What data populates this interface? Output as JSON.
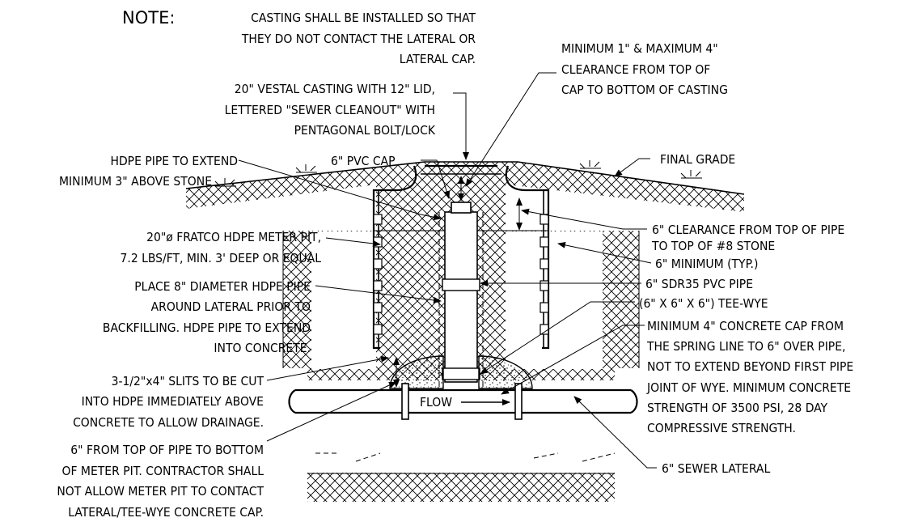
{
  "note": {
    "heading": "NOTE:",
    "lines": [
      "CASTING SHALL BE INSTALLED SO THAT",
      "THEY DO NOT CONTACT THE LATERAL OR",
      "LATERAL CAP."
    ]
  },
  "callouts": {
    "casting": [
      "20\" VESTAL CASTING WITH 12\" LID,",
      "LETTERED \"SEWER CLEANOUT\" WITH",
      "PENTAGONAL BOLT/LOCK"
    ],
    "clearance_cap": [
      "MINIMUM 1\" & MAXIMUM 4\"",
      "CLEARANCE FROM TOP OF",
      "CAP TO BOTTOM OF CASTING"
    ],
    "hdpe_extend": [
      "HDPE PIPE TO EXTEND",
      "MINIMUM 3\" ABOVE STONE"
    ],
    "pvc_cap": [
      "6\" PVC CAP"
    ],
    "final_grade": [
      "FINAL GRADE"
    ],
    "meter_pit": [
      "20\"ø FRATCO HDPE METER PIT,",
      "7.2 LBS/FT, MIN. 3' DEEP OR EQUAL"
    ],
    "clearance_stone": [
      "6\" CLEARANCE FROM TOP OF PIPE",
      "TO TOP OF #8 STONE"
    ],
    "minimum_typ": [
      "6\" MINIMUM (TYP.)"
    ],
    "place_hdpe": [
      "PLACE 8\" DIAMETER HDPE PIPE",
      "AROUND LATERAL PRIOR TO",
      "BACKFILLING. HDPE PIPE TO EXTEND",
      "INTO CONCRETE."
    ],
    "sdr35": [
      "6\" SDR35 PVC PIPE"
    ],
    "tee_wye": [
      "(6\" X 6\" X 6\") TEE-WYE"
    ],
    "concrete_cap": [
      "MINIMUM 4\" CONCRETE CAP FROM",
      "THE SPRING LINE TO 6\" OVER PIPE,",
      "NOT TO EXTEND BEYOND FIRST PIPE",
      "JOINT OF WYE. MINIMUM CONCRETE",
      "STRENGTH OF 3500 PSI, 28 DAY",
      "COMPRESSIVE STRENGTH."
    ],
    "slits": [
      "3-1/2\"x4\" SLITS TO BE CUT",
      "INTO HDPE IMMEDIATELY ABOVE",
      "CONCRETE TO ALLOW DRAINAGE."
    ],
    "pipe_to_pit": [
      "6\" FROM TOP OF PIPE TO BOTTOM",
      "OF METER PIT.  CONTRACTOR SHALL",
      "NOT ALLOW METER PIT TO CONTACT",
      "LATERAL/TEE-WYE CONCRETE CAP."
    ],
    "sewer_lateral": [
      "6\" SEWER LATERAL"
    ]
  },
  "flow_label": "FLOW"
}
